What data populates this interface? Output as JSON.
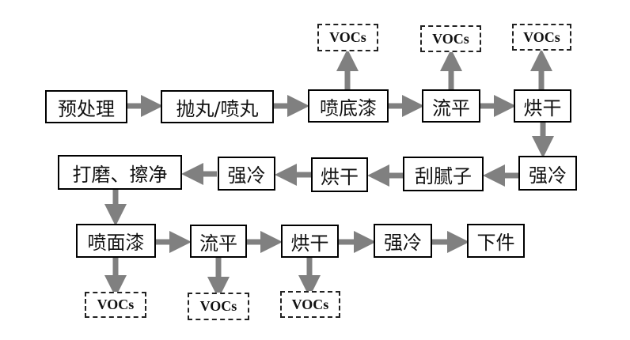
{
  "diagram": {
    "type": "process-flow",
    "arrow_color": "#808080",
    "row1": {
      "steps": [
        "预处理",
        "抛丸/喷丸",
        "喷底漆",
        "流平",
        "烘干"
      ],
      "emissions": [
        "VOCs",
        "VOCs",
        "VOCs"
      ]
    },
    "row2": {
      "steps": [
        "强冷",
        "刮腻子",
        "烘干",
        "强冷",
        "打磨、擦净"
      ]
    },
    "row3": {
      "steps": [
        "喷面漆",
        "流平",
        "烘干",
        "强冷",
        "下件"
      ],
      "emissions": [
        "VOCs",
        "VOCs",
        "VOCs"
      ]
    }
  }
}
